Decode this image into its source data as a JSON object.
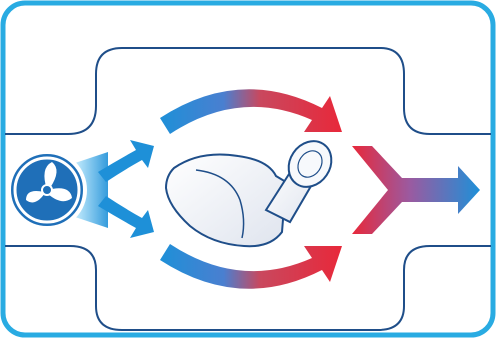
{
  "diagram": {
    "components": [
      {
        "id": "fan",
        "icon": "fan-icon"
      },
      {
        "id": "device",
        "icon": "mouthpiece-device-icon"
      },
      {
        "id": "outlet",
        "icon": "outlet-arrow-icon"
      }
    ],
    "flows": [
      {
        "from": "fan",
        "to": "device",
        "state": "cool"
      },
      {
        "from": "device",
        "to": "outlet",
        "state": "warm-to-cool"
      },
      {
        "from": "inlet-top",
        "to": "outlet-top",
        "state": "cool-to-warm"
      },
      {
        "from": "inlet-bottom",
        "to": "outlet-bottom",
        "state": "cool-to-warm"
      }
    ]
  },
  "colors": {
    "frame_border": "#29ABE2",
    "duct_outline": "#1F4E89",
    "cool_blue": "#1E90D8",
    "light_blue": "#8FD3F5",
    "warm_red": "#E8283A",
    "fan_fill": "#1F6FB8",
    "device_fill": "#EEF1F7",
    "device_outline": "#1F4E89"
  }
}
